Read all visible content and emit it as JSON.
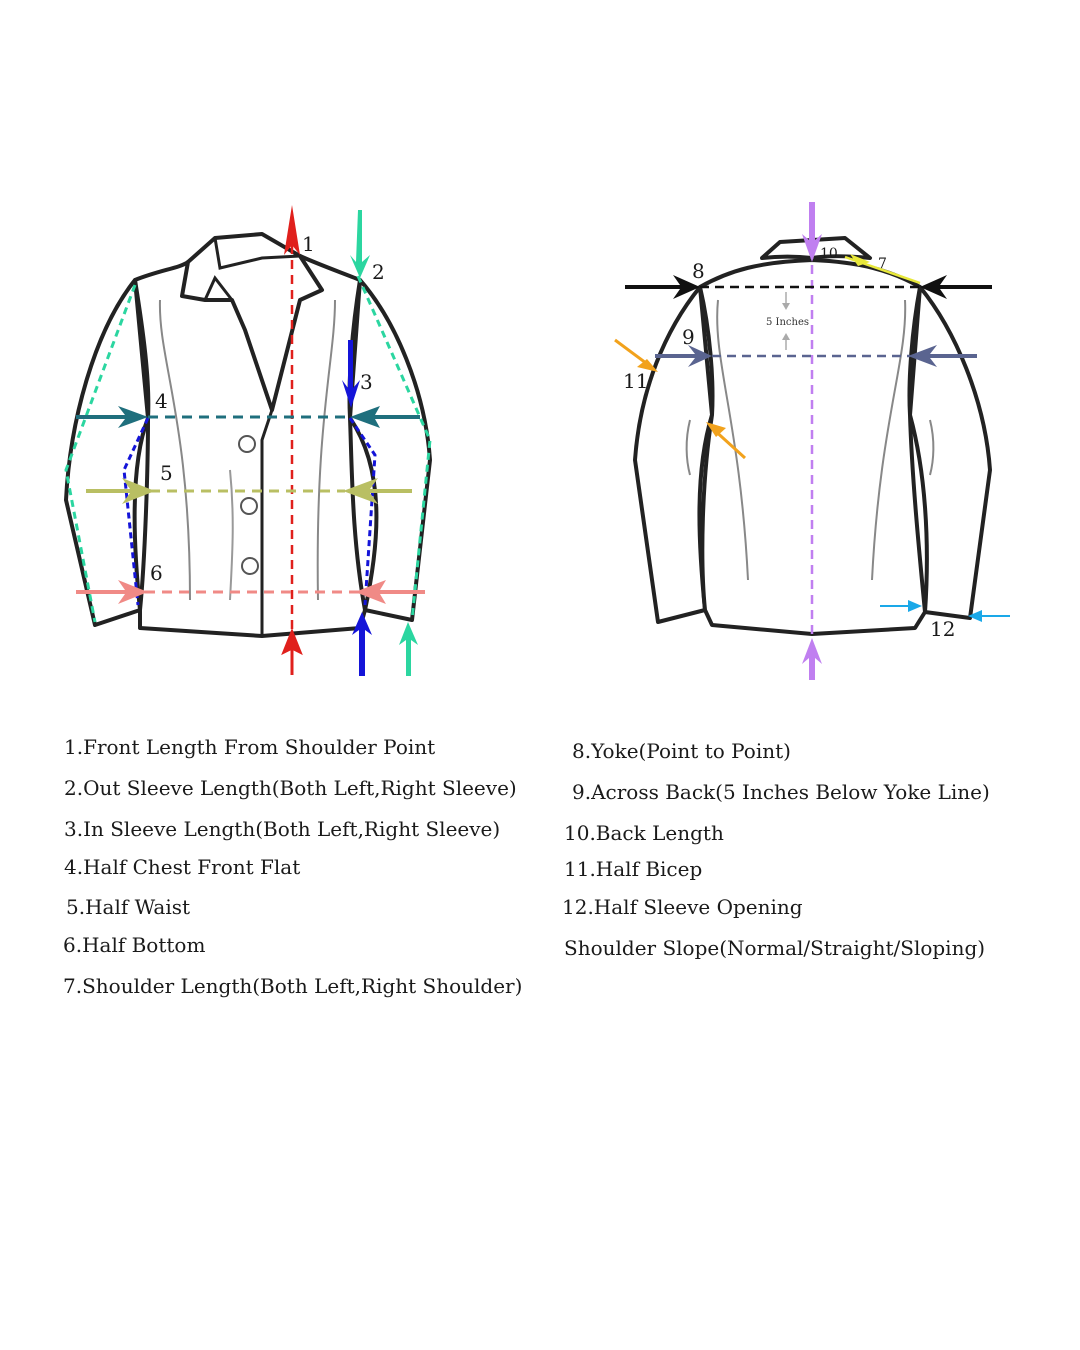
{
  "diagram": {
    "front_numbers": [
      "1",
      "2",
      "3",
      "4",
      "5",
      "6"
    ],
    "back_numbers": [
      "8",
      "9",
      "10",
      "7",
      "11",
      "12"
    ],
    "yoke_offset_note": "5 Inches"
  },
  "legend": {
    "left": [
      "1.Front Length From Shoulder Point",
      "2.Out Sleeve Length(Both Left,Right Sleeve)",
      "3.In Sleeve Length(Both Left,Right Sleeve)",
      "4.Half Chest Front Flat",
      "5.Half Waist",
      "6.Half Bottom",
      "7.Shoulder Length(Both Left,Right Shoulder)"
    ],
    "right": [
      "8.Yoke(Point to Point)",
      "9.Across Back(5 Inches Below Yoke Line)",
      "10.Back Length",
      "11.Half Bicep",
      "12.Half Sleeve Opening",
      "Shoulder Slope(Normal/Straight/Sloping)"
    ]
  },
  "colors": {
    "outline": "#222222",
    "front_length": "#e0201c",
    "out_sleeve": "#2bd6a0",
    "in_sleeve": "#1414d8",
    "chest": "#1f6f7d",
    "waist": "#b9bf63",
    "bottom": "#f08a86",
    "yoke": "#111111",
    "across_back": "#5a6490",
    "back_length": "#c07ff0",
    "bicep": "#f2a21c",
    "shoulder": "#e8e83a",
    "sleeve_opening": "#1aa8e8"
  }
}
